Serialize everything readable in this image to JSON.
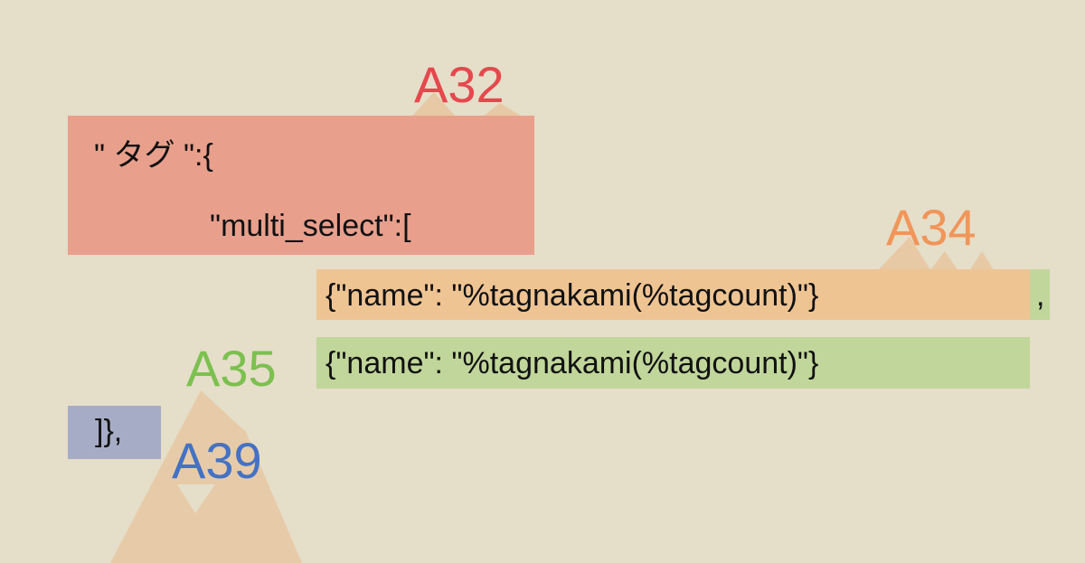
{
  "colors": {
    "background": "#e5dec9",
    "a32": "#e5484d",
    "a32_fill": "#e8a08c",
    "a34": "#f0965a",
    "a34_fill": "#efc493",
    "a35": "#7cc04f",
    "a35_fill": "#c1d69a",
    "a39": "#4472c4",
    "a39_fill": "#a7acc6",
    "mountain": "#e7c9a6",
    "text": "#111111"
  },
  "annotations": [
    {
      "id": "a32",
      "label": "A32"
    },
    {
      "id": "a34",
      "label": "A34"
    },
    {
      "id": "a35",
      "label": "A35"
    },
    {
      "id": "a39",
      "label": "A39"
    }
  ],
  "code": {
    "line1": "\" タグ \":{",
    "line2": "\"multi_select\":[",
    "line3": "{\"name\": \"%tagnakami(%tagcount)\"}",
    "line3_comma": ",",
    "line4": "{\"name\": \"%tagnakami(%tagcount)\"}",
    "line5": "]},"
  }
}
